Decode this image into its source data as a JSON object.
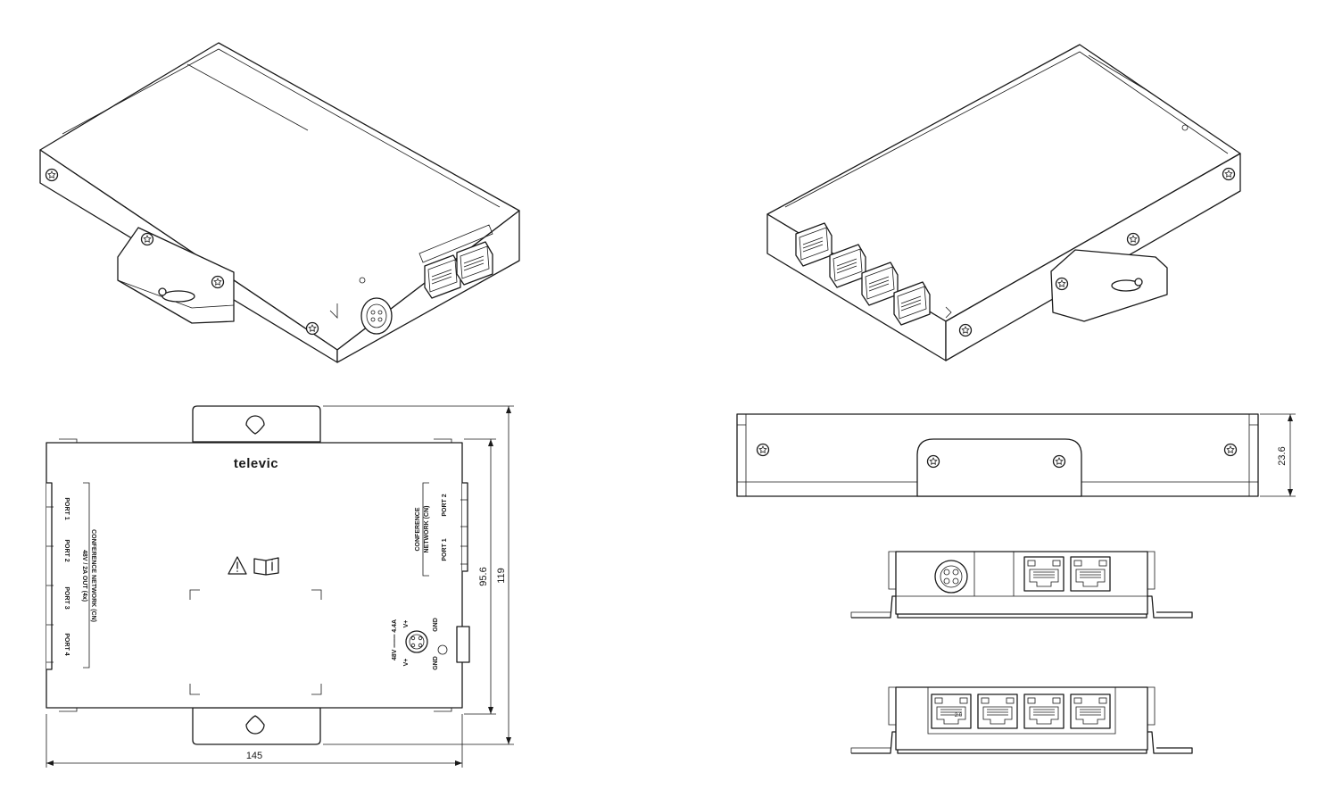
{
  "brand": "televic",
  "left_labels": {
    "port1": "PORT 1",
    "port2": "PORT 2",
    "port3": "PORT 3",
    "port4": "PORT 4",
    "network_line1": "CONFERENCE NETWORK (CN)",
    "network_line2": "48V / 2A OUT (4x)"
  },
  "right_labels": {
    "port2": "PORT 2",
    "port1": "PORT 1",
    "network_line1": "CONFERENCE",
    "network_line2": "NETWORK (CN)"
  },
  "power_labels": {
    "rating": "48V ═══ 4.4A",
    "vplus_a": "V+",
    "vplus_b": "V+",
    "gnd_a": "GND",
    "gnd_b": "GND"
  },
  "rj45_tag": "2.0",
  "dimensions": {
    "width": "145",
    "depth_inner": "95.6",
    "depth_total": "119",
    "height": "23.6"
  },
  "icons": [
    "warning-triangle-icon",
    "manual-info-icon",
    "screw-icon",
    "power-connector-icon",
    "rj45-port-icon"
  ]
}
